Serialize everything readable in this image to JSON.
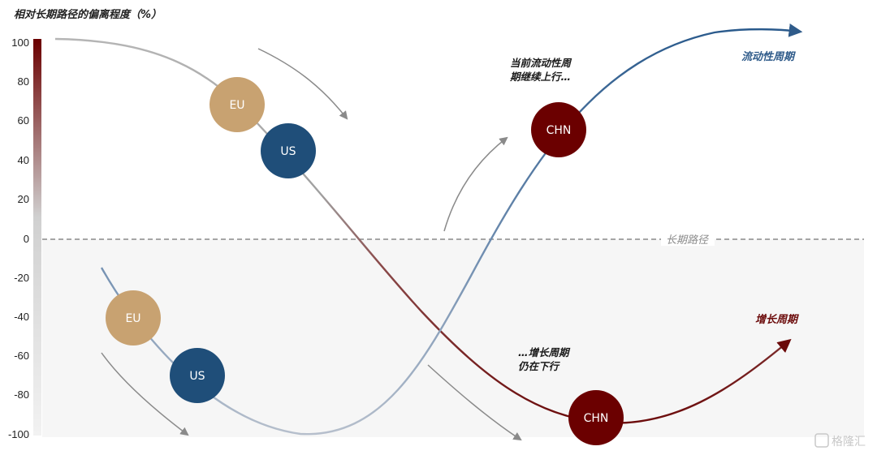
{
  "title": "相对长期路径的偏离程度（%）",
  "y_axis": {
    "ticks": [
      "100",
      "80",
      "60",
      "40",
      "20",
      "0",
      "-20",
      "-40",
      "-60",
      "-80",
      "-100"
    ]
  },
  "trend_label": "长期路径",
  "curves": {
    "liquidity": {
      "label": "流动性周期",
      "color": "#2f5b8a"
    },
    "growth": {
      "label": "增长周期",
      "color": "#6b0a0a"
    }
  },
  "notes": {
    "liquidity_note": [
      "当前流动性周",
      "期继续上行…"
    ],
    "growth_note": [
      "…增长周期",
      "仍在下行"
    ]
  },
  "bubbles": {
    "eu_upper": "EU",
    "us_upper": "US",
    "eu_lower": "EU",
    "us_lower": "US",
    "chn_upper": "CHN",
    "chn_lower": "CHN"
  },
  "colors": {
    "eu": "#c8a271",
    "us": "#1f4e79",
    "chn": "#6b0000"
  },
  "watermark": "格隆汇"
}
